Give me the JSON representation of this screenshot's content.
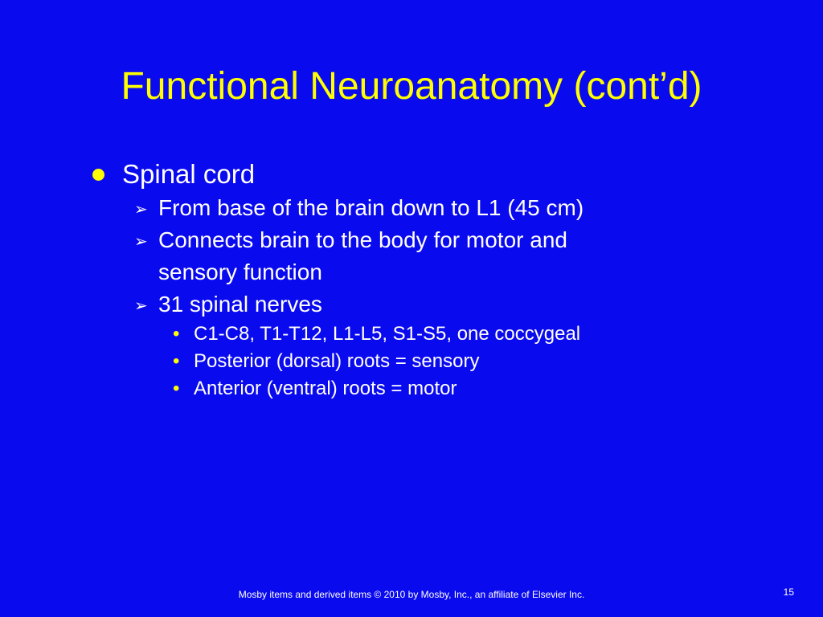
{
  "slide": {
    "title": "Functional Neuroanatomy (cont’d)",
    "bullets": {
      "item1": {
        "text": "Spinal cord",
        "sub1": "From base of the brain down to L1 (45 cm)",
        "sub2_line1": "Connects brain to the body for motor and",
        "sub2_line2": "sensory function",
        "sub3": "31 spinal nerves",
        "sub3_items": [
          "C1-C8, T1-T12, L1-L5, S1-S5, one coccygeal",
          "Posterior (dorsal) roots = sensory",
          "Anterior (ventral) roots = motor"
        ]
      }
    },
    "footer": "Mosby items and derived items © 2010 by Mosby, Inc., an affiliate of Elsevier Inc.",
    "page_number": "15",
    "colors": {
      "background": "#0a0aee",
      "title": "#ffff00",
      "text": "#ffffff",
      "accent": "#ffff00"
    },
    "icons": {
      "level1": "filled-circle-bullet-icon",
      "level2": "arrowhead-bullet-icon",
      "level3": "dot-bullet-icon"
    }
  }
}
